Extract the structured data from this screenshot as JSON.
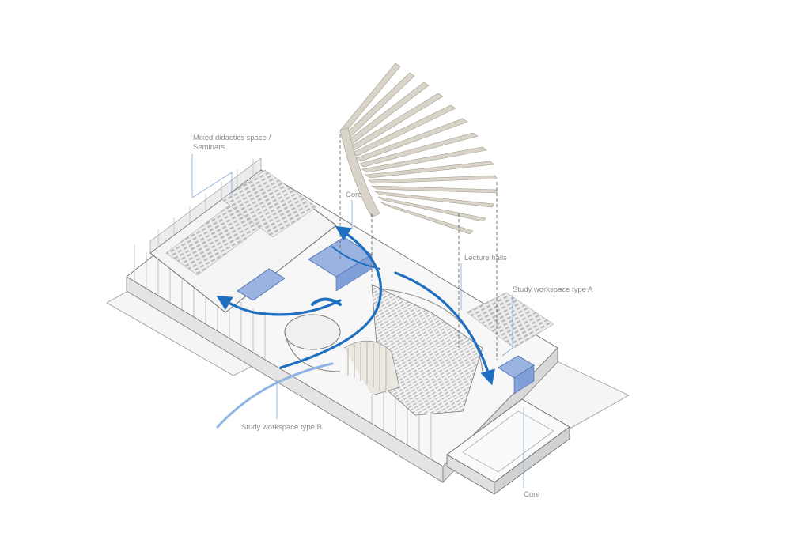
{
  "labels": {
    "mixed_line1": "Mixed didactics space /",
    "mixed_line2": "Seminars",
    "core_top": "Core",
    "lecture_halls": "Lecture halls",
    "study_a": "Study workspace type A",
    "study_b": "Study workspace type B",
    "core_bottom": "Core"
  },
  "colors": {
    "background": "#ffffff",
    "line": "#6e6e6e",
    "label_text": "#8c8c8c",
    "leader": "#7fa8d6",
    "circulation": "#1f6fc0",
    "core_fill": "#9ab3e0",
    "fins": "#d9d4c9",
    "floor": "#f2f2f2"
  }
}
